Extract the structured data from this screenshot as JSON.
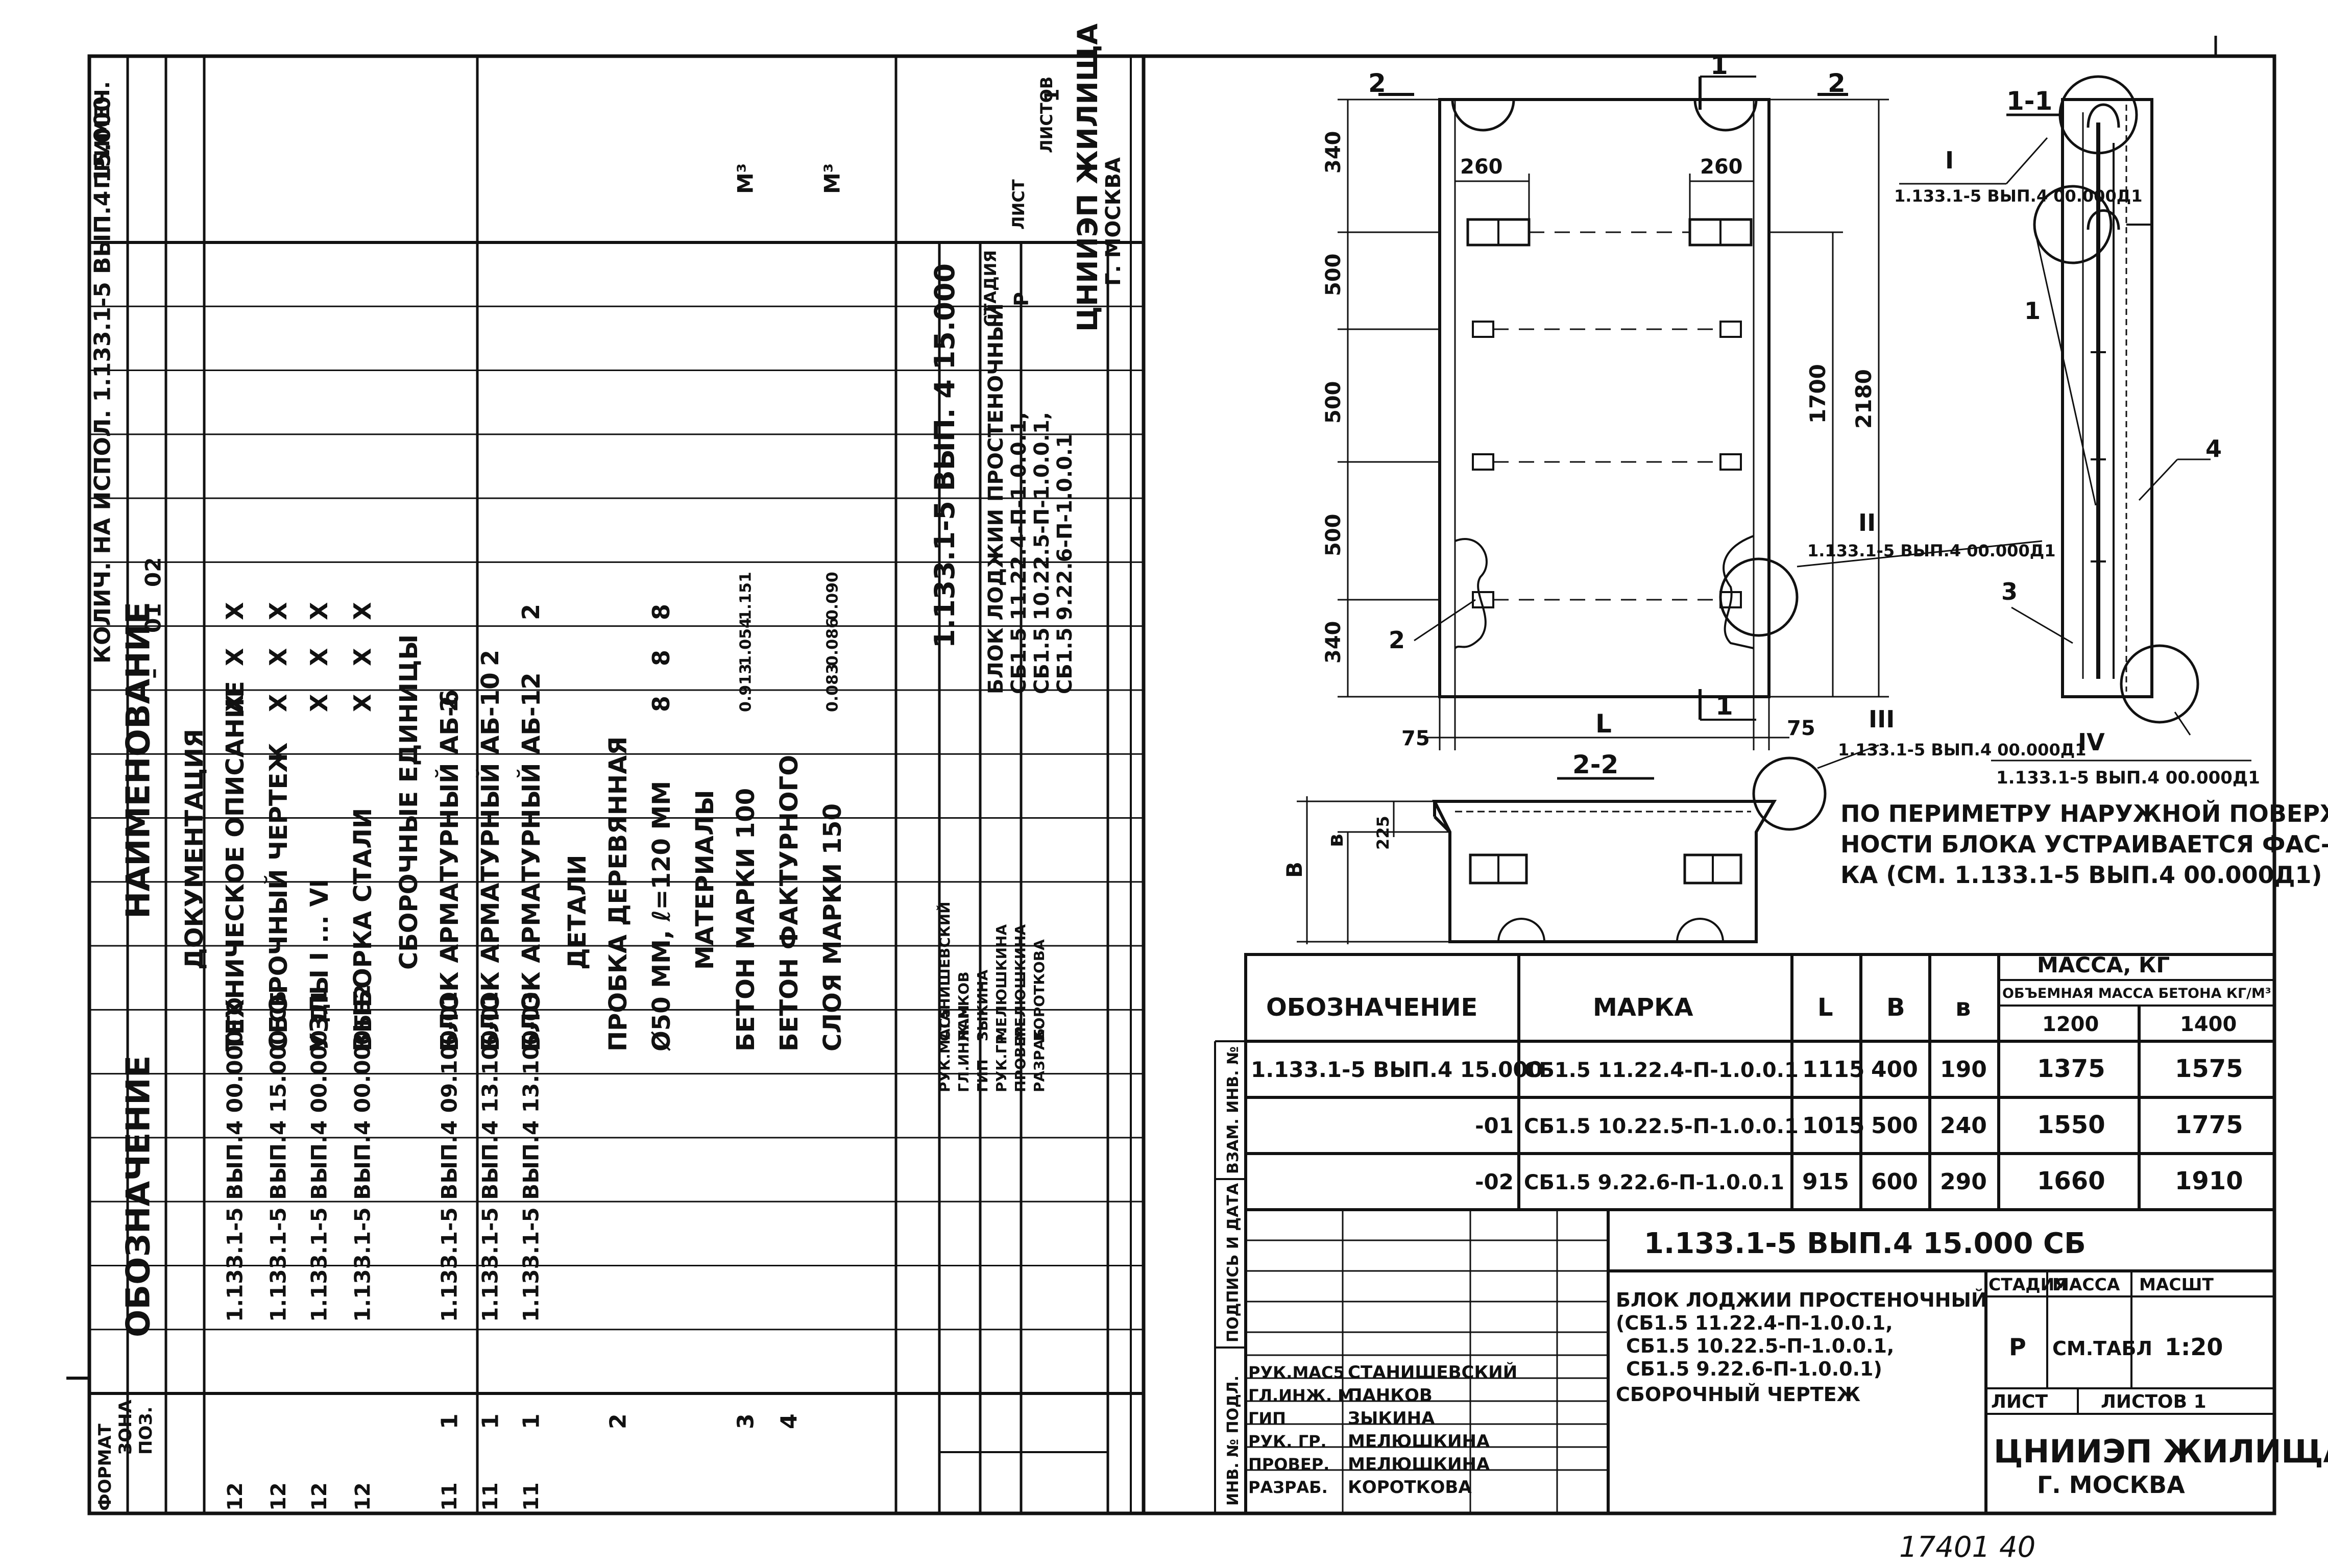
{
  "spec_sheet": {
    "headers": {
      "format": "ФОРМАТ",
      "zone": "ЗОНА",
      "pos": "ПОЗ.",
      "designation": "ОБОЗНАЧЕНИЕ",
      "name": "НАИМЕНОВАНИЕ",
      "qty": "КОЛИЧ. НА ИСПОЛ. 1.133.1-5 ВЫП.4 15.000",
      "qty_cols": [
        "–",
        "01",
        "02"
      ],
      "note": "ПРИМЕЧ."
    },
    "rows": [
      {
        "format": "",
        "pos": "",
        "designation": "",
        "name": "ДОКУМЕНТАЦИЯ",
        "q0": "",
        "q1": "",
        "q2": "",
        "note": "",
        "section": true
      },
      {
        "format": "12",
        "pos": "",
        "designation": "1.133.1-5 ВЫП.4 00.000ТО",
        "name": "ТЕХНИЧЕСКОЕ ОПИСАНИЕ",
        "q0": "X",
        "q1": "X",
        "q2": "X",
        "note": ""
      },
      {
        "format": "12",
        "pos": "",
        "designation": "1.133.1-5 ВЫП.4 15.000 СБ",
        "name": "СБОРОЧНЫЙ ЧЕРТЕЖ",
        "q0": "X",
        "q1": "X",
        "q2": "X",
        "note": ""
      },
      {
        "format": "12",
        "pos": "",
        "designation": "1.133.1-5 ВЫП.4 00.000 Д1",
        "name": "УЗЛЫ I ... VI",
        "q0": "X",
        "q1": "X",
        "q2": "X",
        "note": ""
      },
      {
        "format": "12",
        "pos": "",
        "designation": "1.133.1-5 ВЫП.4 00.000ТБ2",
        "name": "ВЫБОРКА СТАЛИ",
        "q0": "X",
        "q1": "X",
        "q2": "X",
        "note": ""
      },
      {
        "format": "",
        "pos": "",
        "designation": "",
        "name": "СБОРОЧНЫЕ ЕДИНИЦЫ",
        "q0": "",
        "q1": "",
        "q2": "",
        "note": "",
        "section": true
      },
      {
        "format": "11",
        "pos": "1",
        "designation": "1.133.1-5 ВЫП.4 09.100-01",
        "name": "БЛОК АРМАТУРНЫЙ АБ-6",
        "q0": "2",
        "q1": "",
        "q2": "",
        "note": ""
      },
      {
        "format": "11",
        "pos": "1",
        "designation": "1.133.1-5 ВЫП.4 13.100-01",
        "name": "БЛОК АРМАТУРНЫЙ АБ-10",
        "q0": "",
        "q1": "2",
        "q2": "",
        "note": ""
      },
      {
        "format": "11",
        "pos": "1",
        "designation": "1.133.1-5 ВЫП.4 13.100-03",
        "name": "БЛОК АРМАТУРНЫЙ АБ-12",
        "q0": "",
        "q1": "",
        "q2": "2",
        "note": ""
      },
      {
        "format": "",
        "pos": "",
        "designation": "",
        "name": "ДЕТАЛИ",
        "q0": "",
        "q1": "",
        "q2": "",
        "note": "",
        "section": true
      },
      {
        "format": "",
        "pos": "2",
        "designation": "",
        "name": "ПРОБКА ДЕРЕВЯННАЯ",
        "q0": "",
        "q1": "",
        "q2": "",
        "note": ""
      },
      {
        "format": "",
        "pos": "",
        "designation": "",
        "name": "Ø50 ММ, ℓ=120 ММ",
        "q0": "8",
        "q1": "8",
        "q2": "8",
        "note": ""
      },
      {
        "format": "",
        "pos": "",
        "designation": "",
        "name": "МАТЕРИАЛЫ",
        "q0": "",
        "q1": "",
        "q2": "",
        "note": "",
        "section": true
      },
      {
        "format": "",
        "pos": "3",
        "designation": "",
        "name": "БЕТОН МАРКИ 100",
        "q0": "0.913",
        "q1": "1.054",
        "q2": "1.151",
        "note": "М³"
      },
      {
        "format": "",
        "pos": "4",
        "designation": "",
        "name": "БЕТОН ФАКТУРНОГО",
        "q0": "",
        "q1": "",
        "q2": "",
        "note": ""
      },
      {
        "format": "",
        "pos": "",
        "designation": "",
        "name": "СЛОЯ МАРКИ 150",
        "q0": "0.083",
        "q1": "0.086",
        "q2": "0.090",
        "note": "М³"
      },
      {
        "format": "",
        "pos": "",
        "designation": "",
        "name": "",
        "q0": "",
        "q1": "",
        "q2": "",
        "note": ""
      },
      {
        "format": "",
        "pos": "",
        "designation": "",
        "name": "",
        "q0": "",
        "q1": "",
        "q2": "",
        "note": ""
      }
    ],
    "stamp": {
      "code": "1.133.1-5 ВЫП. 4 15.000",
      "title": "БЛОК ЛОДЖИИ ПРОСТЕНОЧНЫЙ",
      "marks": [
        "СБ1.5 11.22.4-П-1.0.0.1,",
        "СБ1.5 10.22.5-П-1.0.0.1,",
        "СБ1.5 9.22.6-П-1.0.0.1"
      ],
      "stage_label": "СТАДИЯ",
      "sheet_label": "ЛИСТ",
      "sheets_label": "ЛИСТОВ",
      "stage": "Р",
      "sheets": "1",
      "org": "ЦНИИЭП ЖИЛИЩА",
      "city": "Г. МОСКВА",
      "people": [
        {
          "role": "РУК.МАС5",
          "name": "СТАНИШЕВСКИЙ"
        },
        {
          "role": "ГЛ.ИНЖ.М",
          "name": "ПАНКОВ"
        },
        {
          "role": "ГИП",
          "name": "ЗЫКИНА"
        },
        {
          "role": "РУК.ГР.",
          "name": "МЕЛЮШКИНА"
        },
        {
          "role": "ПРОВЕР.",
          "name": "МЕЛЮШКИНА"
        },
        {
          "role": "РАЗРАБ.",
          "name": "КОРОТКОВА"
        }
      ]
    }
  },
  "drawing": {
    "front_view": {
      "dims_left": [
        "340",
        "500",
        "500",
        "500",
        "340"
      ],
      "dim_height_inner": "1700",
      "dim_height": "2180",
      "dim_hole": "260",
      "dim_side": "75",
      "length_label": "L",
      "section_marks": [
        "1",
        "2"
      ],
      "callouts": [
        {
          "node": "II",
          "ref": "1.133.1-5 ВЫП.4 00.000Д1"
        },
        {
          "node": "III",
          "ref": "1.133.1-5 ВЫП.4 00.000Д1"
        }
      ],
      "pos_label": "2"
    },
    "section_1_1": {
      "title": "1-1",
      "callouts": [
        {
          "node": "I",
          "ref": "1.133.1-5 ВЫП.4 00.000Д1"
        },
        {
          "node": "IV",
          "ref": "1.133.1-5 ВЫП.4 00.000Д1"
        }
      ],
      "pos_labels": [
        "1",
        "3",
        "4"
      ]
    },
    "section_2_2": {
      "title": "2-2",
      "dim_b_upper": "В",
      "dim_b_lower": "в",
      "dim_225": "225"
    },
    "note": [
      "ПО ПЕРИМЕТРУ НАРУЖНОЙ ПОВЕРХ-",
      "НОСТИ БЛОКА УСТРАИВАЕТСЯ ФАС-",
      "КА (СМ. 1.133.1-5 ВЫП.4 00.000Д1)"
    ]
  },
  "mark_table": {
    "headers": {
      "designation": "ОБОЗНАЧЕНИЕ",
      "mark": "МАРКА",
      "L": "L",
      "B": "В",
      "b": "в",
      "mass": "МАССА, КГ",
      "mass_sub": "ОБЪЕМНАЯ МАССА БЕТОНА КГ/М³",
      "density": [
        "1200",
        "1400"
      ]
    },
    "rows": [
      {
        "designation": "1.133.1-5 ВЫП.4 15.000",
        "mark": "СБ1.5 11.22.4-П-1.0.0.1",
        "L": "1115",
        "B": "400",
        "b": "190",
        "m1": "1375",
        "m2": "1575"
      },
      {
        "designation": "-01",
        "mark": "СБ1.5 10.22.5-П-1.0.0.1",
        "L": "1015",
        "B": "500",
        "b": "240",
        "m1": "1550",
        "m2": "1775"
      },
      {
        "designation": "-02",
        "mark": "СБ1.5 9.22.6-П-1.0.0.1",
        "L": "915",
        "B": "600",
        "b": "290",
        "m1": "1660",
        "m2": "1910"
      }
    ]
  },
  "side_strip": [
    "ИНВ. № ПОДЛ.",
    "ПОДПИСЬ И ДАТА",
    "ВЗАМ. ИНВ. №"
  ],
  "title_block": {
    "code": "1.133.1-5 ВЫП.4 15.000 СБ",
    "title": [
      "БЛОК ЛОДЖИИ ПРОСТЕНОЧНЫЙ",
      "(СБ1.5 11.22.4-П-1.0.0.1,",
      "СБ1.5 10.22.5-П-1.0.0.1,",
      "СБ1.5 9.22.6-П-1.0.0.1)",
      "СБОРОЧНЫЙ ЧЕРТЕЖ"
    ],
    "stage_label": "СТАДИЯ",
    "mass_label": "МАССА",
    "scale_label": "МАСШТ",
    "stage": "Р",
    "mass": "СМ.ТАБЛ",
    "scale": "1:20",
    "sheet_label": "ЛИСТ",
    "sheets_label": "ЛИСТОВ 1",
    "org": "ЦНИИЭП ЖИЛИЩА",
    "city": "Г. МОСКВА",
    "people": [
      {
        "role": "РУК.МАС5",
        "name": "СТАНИШЕВСКИЙ"
      },
      {
        "role": "ГЛ.ИНЖ. М.",
        "name": "ПАНКОВ"
      },
      {
        "role": "ГИП",
        "name": "ЗЫКИНА"
      },
      {
        "role": "РУК. ГР.",
        "name": "МЕЛЮШКИНА"
      },
      {
        "role": "ПРОВЕР.",
        "name": "МЕЛЮШКИНА"
      },
      {
        "role": "РАЗРАБ.",
        "name": "КОРОТКОВА"
      }
    ]
  },
  "footer_number": "17401   40"
}
